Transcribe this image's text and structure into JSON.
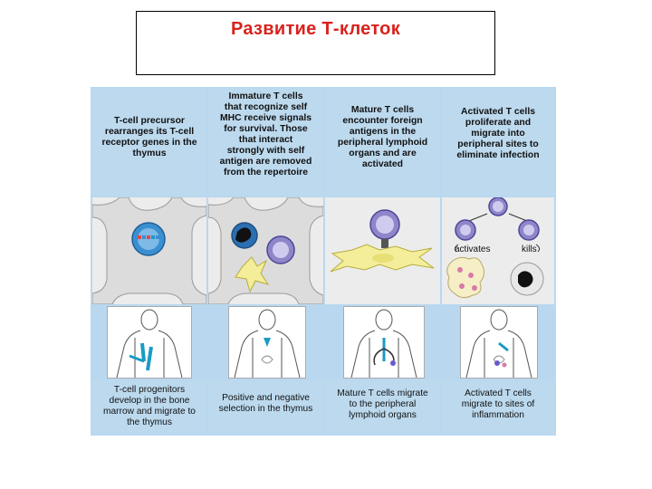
{
  "slide": {
    "title": "Развитие Т-клеток"
  },
  "panels": [
    {
      "header": "T-cell precursor\nrearranges its T-cell\nreceptor genes in the\nthymus",
      "caption": "T-cell progenitors\ndevelop in the bone\nmarrow and migrate to\nthe thymus"
    },
    {
      "header": "Immature T cells\nthat recognize self\nMHC receive signals\nfor survival. Those\nthat interact\nstrongly with self\nantigen are removed\nfrom the repertoire",
      "caption": "Positive and negative\nselection in the thymus"
    },
    {
      "header": "Mature T cells\nencounter foreign\nantigens in the\nperipheral lymphoid\norgans and are\nactivated",
      "caption": "Mature T cells migrate\nto the peripheral\nlymphoid organs"
    },
    {
      "header": "Activated T cells\nproliferate and\nmigrate into\nperipheral sites to\neliminate infection",
      "caption": "Activated T cells\nmigrate to sites of\ninflammation"
    }
  ],
  "labels": {
    "activates": "activates",
    "kills": "kills"
  },
  "colors": {
    "title": "#d9221c",
    "header_bg": "#bcd9ee",
    "cell_purple": "#8e86c8",
    "cell_blue": "#3a8fd0",
    "accent_teal": "#1a9bc4",
    "dendritic_yellow": "#f4ee9a"
  }
}
